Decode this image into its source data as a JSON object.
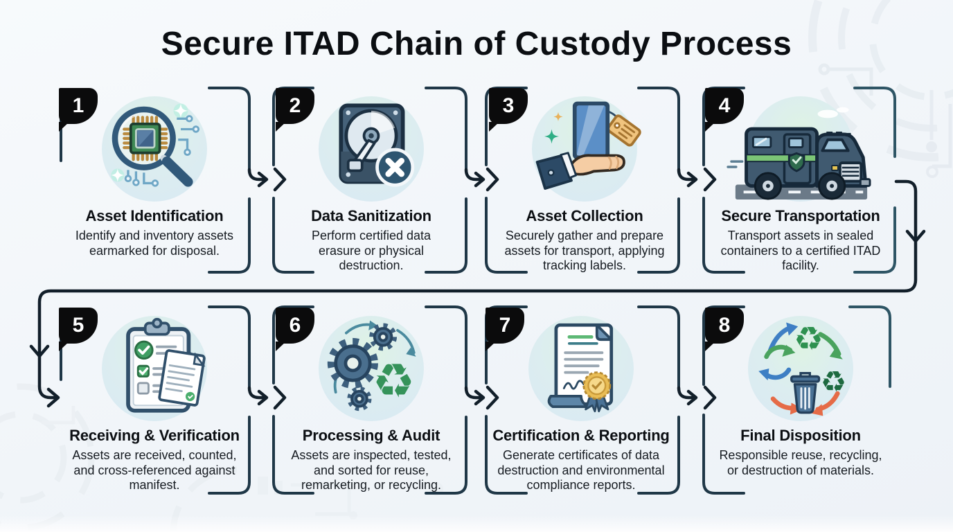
{
  "title": "Secure ITAD Chain of Custody Process",
  "steps": [
    {
      "number": "1",
      "title": "Asset Identification",
      "description": "Identify and inventory assets earmarked for disposal.",
      "icon": "magnifier-chip-icon"
    },
    {
      "number": "2",
      "title": "Data Sanitization",
      "description": "Perform certified data erasure or physical destruction.",
      "icon": "hard-drive-erase-icon"
    },
    {
      "number": "3",
      "title": "Asset Collection",
      "description": "Securely gather and prepare assets for transport, applying tracking labels.",
      "icon": "hand-tablet-tag-icon"
    },
    {
      "number": "4",
      "title": "Secure Transportation",
      "description": "Transport assets in sealed containers to a certified ITAD facility.",
      "icon": "armored-truck-icon"
    },
    {
      "number": "5",
      "title": "Receiving & Verification",
      "description": "Assets are received, counted, and cross-referenced against manifest.",
      "icon": "clipboard-checklist-icon"
    },
    {
      "number": "6",
      "title": "Processing & Audit",
      "description": "Assets are inspected, tested, and sorted for reuse, remarketing, or recycling.",
      "icon": "gears-recycle-icon"
    },
    {
      "number": "7",
      "title": "Certification & Reporting",
      "description": "Generate certificates of data destruction and environmental compliance reports.",
      "icon": "certificate-seal-icon"
    },
    {
      "number": "8",
      "title": "Final Disposition",
      "description": "Responsible reuse, recycling, or destruction of materials.",
      "icon": "recycle-bin-icon"
    }
  ],
  "colors": {
    "background": "#f2f6f9",
    "connector": "#121f2a",
    "bracket": "#1f3747",
    "badge": "#0b0b0c",
    "badge_text": "#ffffff",
    "title_text": "#0b0e12",
    "body_text": "#161b21",
    "icon_circle_green": "#def3e4",
    "icon_circle_blue": "#d9e9f3",
    "accent_green": "#3f9e5f",
    "accent_blue": "#3e7fc4",
    "accent_orange": "#e56b47",
    "accent_gold": "#e9bd55"
  }
}
